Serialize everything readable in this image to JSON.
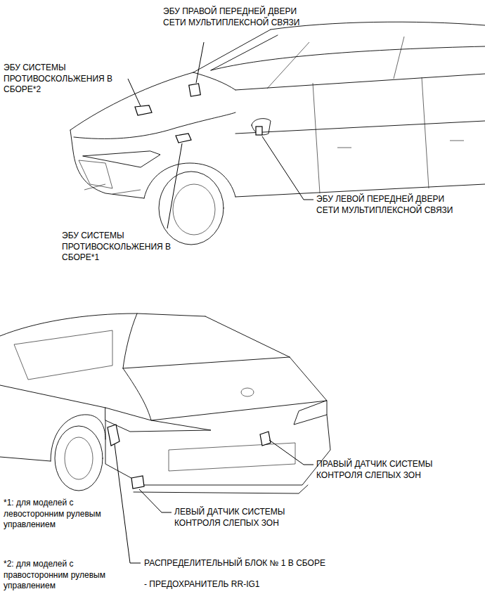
{
  "diagram": {
    "labels": [
      "ЭБУ ПРАВОЙ ПЕРЕДНЕЙ ДВЕРИ СЕТИ МУЛЬТИПЛЕКСНОЙ СВЯЗИ",
      "ЭБУ СИСТЕМЫ ПРОТИВОСКОЛЬЖЕНИЯ В СБОРЕ*2",
      "ЭБУ ЛЕВОЙ ПЕРЕДНЕЙ ДВЕРИ СЕТИ МУЛЬТИПЛЕКСНОЙ СВЯЗИ",
      "ЭБУ СИСТЕМЫ ПРОТИВОСКОЛЬЖЕНИЯ В СБОРЕ*1",
      "ПРАВЫЙ ДАТЧИК СИСТЕМЫ КОНТРОЛЯ СЛЕПЫХ ЗОН",
      "ЛЕВЫЙ ДАТЧИК СИСТЕМЫ КОНТРОЛЯ СЛЕПЫХ ЗОН",
      "*1: для моделей с левосторонним рулевым управлением",
      "*2: для моделей с правосторонним рулевым управлением",
      "РАСПРЕДЕЛИТЕЛЬНЫЙ БЛОК № 1 В СБОРЕ",
      "- ПРЕДОХРАНИТЕЛЬ RR-IG1"
    ]
  }
}
